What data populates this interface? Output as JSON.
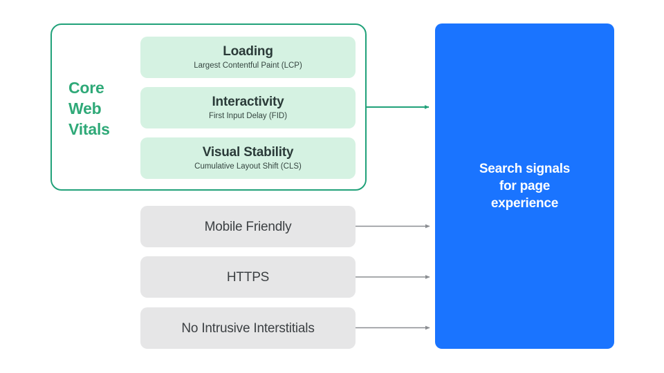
{
  "diagram": {
    "title_text": "Search signals for page experience",
    "core_web_vitals": {
      "group_label": "Core\nWeb\nVitals",
      "group_label_color": "#2FA978",
      "border_color": "#20A179",
      "card_color": "#D5F2E2",
      "metrics": [
        {
          "title": "Loading",
          "subtitle": "Largest Contentful Paint (LCP)"
        },
        {
          "title": "Interactivity",
          "subtitle": "First Input Delay (FID)"
        },
        {
          "title": "Visual Stability",
          "subtitle": "Cumulative Layout Shift (CLS)"
        }
      ]
    },
    "other_signals": {
      "box_color": "#E6E6E7",
      "arrow_color": "#8A8D91",
      "items": [
        {
          "label": "Mobile Friendly"
        },
        {
          "label": "HTTPS"
        },
        {
          "label": "No Intrusive Interstitials"
        }
      ]
    },
    "outcome": {
      "label": "Search signals\nfor page\nexperience",
      "background_color": "#1A74FF",
      "text_color": "#FFFFFF"
    },
    "arrows": [
      {
        "name": "core-web-vitals-arrow",
        "color": "#20A179"
      },
      {
        "name": "mobile-friendly-arrow",
        "color": "#8A8D91"
      },
      {
        "name": "https-arrow",
        "color": "#8A8D91"
      },
      {
        "name": "no-intrusive-interstitials-arrow",
        "color": "#8A8D91"
      }
    ]
  }
}
